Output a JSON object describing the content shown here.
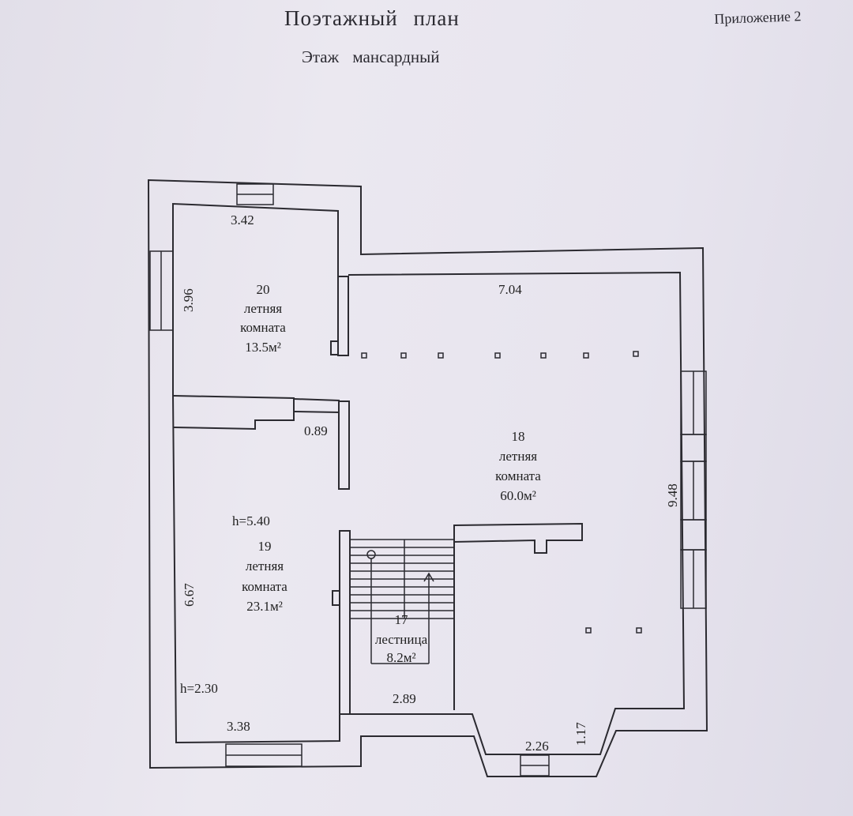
{
  "header": {
    "title": "Поэтажный план",
    "floor": "Этаж мансардный",
    "appendix": "Приложение 2"
  },
  "rooms": {
    "room20": {
      "number": "20",
      "type_line1": "летняя",
      "type_line2": "комната",
      "area": "13.5м²"
    },
    "room18": {
      "number": "18",
      "type_line1": "летняя",
      "type_line2": "комната",
      "area": "60.0м²"
    },
    "room19": {
      "number": "19",
      "type_line1": "летняя",
      "type_line2": "комната",
      "area": "23.1м²"
    },
    "room17": {
      "number": "17",
      "type_line1": "лестница",
      "area": "8.2м²"
    }
  },
  "dimensions": {
    "d_342": "3.42",
    "d_396": "3.96",
    "d_704": "7.04",
    "d_089": "0.89",
    "d_948": "9.48",
    "d_667": "6.67",
    "d_h540": "h=5.40",
    "d_h230": "h=2.30",
    "d_338": "3.38",
    "d_289": "2.89",
    "d_226": "2.26",
    "d_117": "1.17"
  },
  "colors": {
    "line": "#2b2a30",
    "paper": "#e7e4ee"
  }
}
